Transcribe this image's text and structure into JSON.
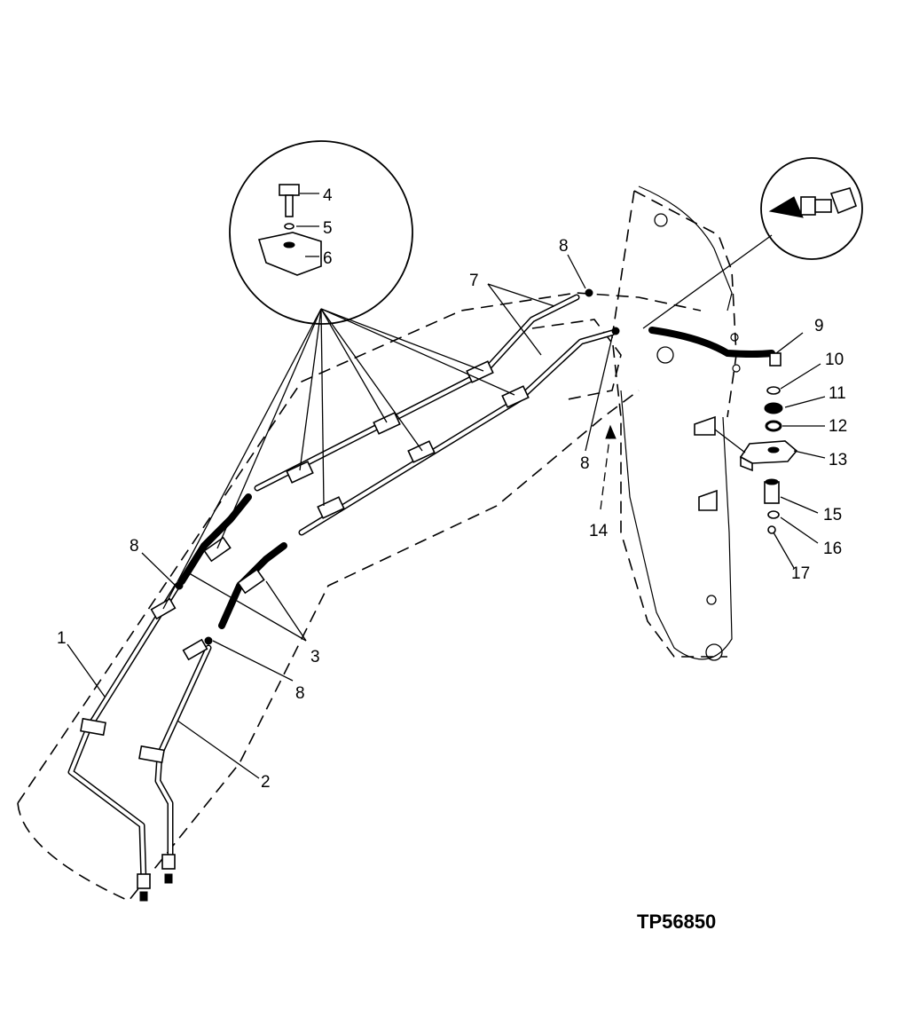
{
  "figure_id": "TP56850",
  "callouts": [
    "1",
    "2",
    "3",
    "4",
    "5",
    "6",
    "7",
    "8",
    "9",
    "10",
    "11",
    "12",
    "13",
    "14",
    "15",
    "16",
    "17"
  ],
  "callout_eight": "8"
}
